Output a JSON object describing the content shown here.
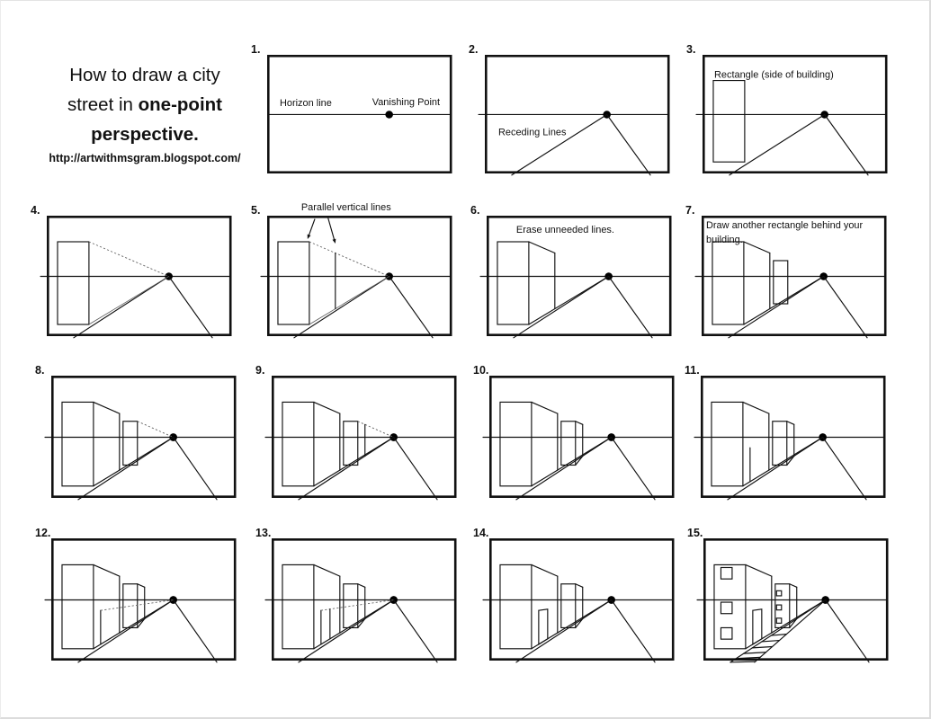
{
  "page": {
    "title_line1": "How to draw a city",
    "title_line2_regular": "street in ",
    "title_line2_bold": "one-point",
    "title_line3_bold": "perspective.",
    "url": "http://artwithmsgram.blogspot.com/"
  },
  "panels": [
    {
      "id": 1,
      "number": "1.",
      "features": [
        "frame",
        "horizon",
        "vp"
      ],
      "annotations": [
        {
          "id": "horizon-line-label",
          "text": "Horizon line"
        },
        {
          "id": "vanishing-point-label",
          "text": "Vanishing Point"
        }
      ]
    },
    {
      "id": 2,
      "number": "2.",
      "features": [
        "frame",
        "horizon-ext",
        "vp",
        "receding-lines"
      ],
      "annotations": [
        {
          "id": "receding-lines-label",
          "text": "Receding Lines"
        }
      ]
    },
    {
      "id": 3,
      "number": "3.",
      "features": [
        "frame",
        "horizon-ext",
        "vp",
        "receding-lines",
        "rect1"
      ],
      "annotations": [
        {
          "id": "rectangle-label",
          "text": "Rectangle (side of building)"
        }
      ]
    },
    {
      "id": 4,
      "number": "4.",
      "features": [
        "frame",
        "horizon-ext",
        "vp",
        "receding-lines",
        "rect1",
        "guide-top",
        "guide-bottom"
      ],
      "annotations": []
    },
    {
      "id": 5,
      "number": "5.",
      "features": [
        "frame",
        "horizon-ext",
        "vp",
        "receding-lines",
        "rect1",
        "guide-top",
        "guide-bottom",
        "vline1",
        "arrows"
      ],
      "annotations": [
        {
          "id": "parallel-lines-label",
          "text": "Parallel vertical lines"
        }
      ]
    },
    {
      "id": 6,
      "number": "6.",
      "features": [
        "frame",
        "horizon-ext",
        "vp",
        "receding-lines",
        "building1"
      ],
      "annotations": [
        {
          "id": "erase-label",
          "text": "Erase unneeded lines."
        }
      ]
    },
    {
      "id": 7,
      "number": "7.",
      "features": [
        "frame",
        "horizon-ext",
        "vp",
        "receding-lines",
        "building1",
        "rect2"
      ],
      "annotations": [
        {
          "id": "behind-label-line1",
          "text": "Draw another rectangle behind your"
        },
        {
          "id": "behind-label-line2",
          "text": "building."
        }
      ]
    },
    {
      "id": 8,
      "number": "8.",
      "features": [
        "frame",
        "horizon-ext",
        "vp",
        "receding-lines",
        "building1",
        "rect2",
        "guide2-top"
      ],
      "annotations": []
    },
    {
      "id": 9,
      "number": "9.",
      "features": [
        "frame",
        "horizon-ext",
        "vp",
        "receding-lines",
        "building1",
        "rect2",
        "guide2-top",
        "vline2"
      ],
      "annotations": []
    },
    {
      "id": 10,
      "number": "10.",
      "features": [
        "frame",
        "horizon-ext",
        "vp",
        "receding-lines",
        "building1",
        "building2"
      ],
      "annotations": []
    },
    {
      "id": 11,
      "number": "11.",
      "features": [
        "frame",
        "horizon-ext",
        "vp",
        "receding-lines",
        "building1",
        "building2",
        "door-left"
      ],
      "annotations": []
    },
    {
      "id": 12,
      "number": "12.",
      "features": [
        "frame",
        "horizon-ext",
        "vp",
        "receding-lines",
        "building1",
        "building2",
        "door-left",
        "door-guide"
      ],
      "annotations": []
    },
    {
      "id": 13,
      "number": "13.",
      "features": [
        "frame",
        "horizon-ext",
        "vp",
        "receding-lines",
        "building1",
        "building2",
        "door-left",
        "door-guide",
        "door-right"
      ],
      "annotations": []
    },
    {
      "id": 14,
      "number": "14.",
      "features": [
        "frame",
        "horizon-ext",
        "vp",
        "receding-lines",
        "building1",
        "building2",
        "door"
      ],
      "annotations": []
    },
    {
      "id": 15,
      "number": "15.",
      "features": [
        "frame",
        "horizon-ext",
        "vp",
        "receding-lines",
        "building1",
        "building2",
        "door",
        "windows1",
        "windows2",
        "crosswalk"
      ],
      "annotations": []
    }
  ]
}
